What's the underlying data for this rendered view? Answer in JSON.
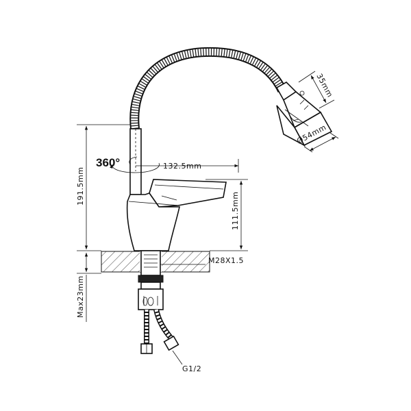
{
  "rotation_label": "360°",
  "dimensions": {
    "spout_reach": "132.5mm",
    "total_height": "191.5mm",
    "spout_height": "111.5mm",
    "thread": "M28X1.5",
    "max_countertop": "Max23mm",
    "hose_thread": "G1/2",
    "head_length": "35mm",
    "head_diameter": "Ø54mm"
  }
}
